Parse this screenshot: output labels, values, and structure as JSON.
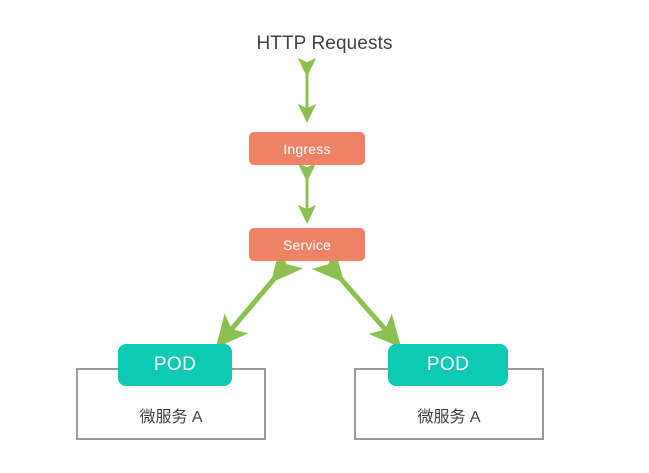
{
  "diagram": {
    "title": "HTTP Requests",
    "background_color": "#ffffff",
    "type": "kubernetes-ingress-service-pod-flow",
    "colors": {
      "node_orange": "#ef8164",
      "node_teal": "#0ec9b4",
      "arrow_green": "#8cc152",
      "container_border": "#9a9a9a",
      "text_dark": "#3f4144",
      "text_light": "#ffffff"
    },
    "nodes": {
      "ingress": {
        "label": "Ingress",
        "color": "#ef8164"
      },
      "service": {
        "label": "Service",
        "color": "#ef8164"
      },
      "pod_left": {
        "label": "POD",
        "color": "#0ec9b4"
      },
      "pod_right": {
        "label": "POD",
        "color": "#0ec9b4"
      }
    },
    "containers": {
      "left": {
        "label": "微服务 A"
      },
      "right": {
        "label": "微服务 A"
      }
    },
    "connectors": [
      {
        "name": "http-to-ingress",
        "from": "HTTP Requests",
        "to": "Ingress",
        "style": "double-headed",
        "orientation": "vertical"
      },
      {
        "name": "ingress-to-service",
        "from": "Ingress",
        "to": "Service",
        "style": "double-headed",
        "orientation": "vertical"
      },
      {
        "name": "service-to-pod-left",
        "from": "Service",
        "to": "POD",
        "style": "double-headed",
        "orientation": "diagonal"
      },
      {
        "name": "service-to-pod-right",
        "from": "Service",
        "to": "POD",
        "style": "double-headed",
        "orientation": "diagonal"
      }
    ]
  }
}
